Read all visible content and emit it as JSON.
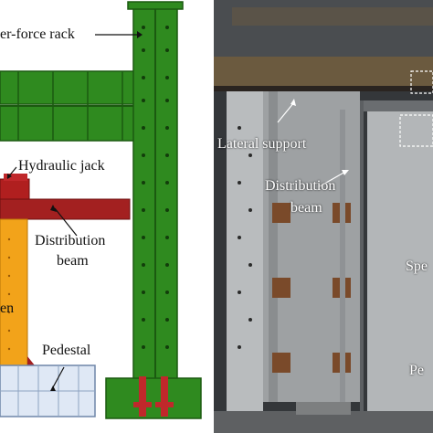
{
  "left_panel": {
    "labels": {
      "rack": "er-force rack",
      "jack": "Hydraulic jack",
      "beam_line1": "Distribution",
      "beam_line2": "beam",
      "specimen": "en",
      "pedestal": "Pedestal"
    },
    "colors": {
      "rack": "#2f8a1f",
      "rack_dark": "#1b5a10",
      "beam": "#a32020",
      "specimen": "#f2a31a",
      "pedestal": "#dfe8f5"
    }
  },
  "right_panel": {
    "labels": {
      "lateral_support": "Lateral support",
      "beam_line1": "Distribution",
      "beam_line2": "beam",
      "specimen": "Spe",
      "pedestal": "Pe"
    }
  }
}
